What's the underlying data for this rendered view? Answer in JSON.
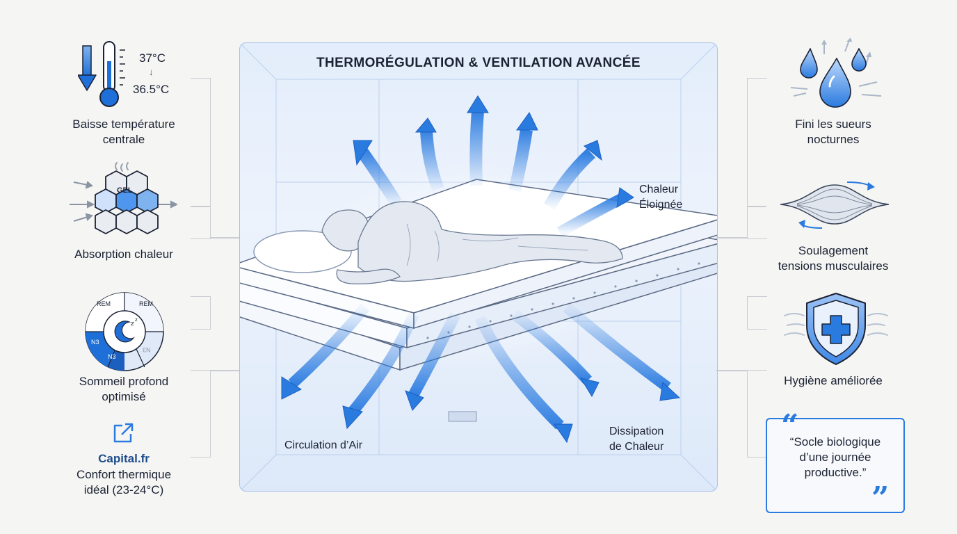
{
  "title": "THERMORÉGULATION & VENTILATION AVANCÉE",
  "left_items": [
    {
      "icon": "thermometer-icon",
      "temp_high": "37°C",
      "temp_low": "36.5°C",
      "lines": [
        "Baisse température",
        "centrale"
      ]
    },
    {
      "icon": "gel-honeycomb-icon",
      "icon_text": "GEL",
      "lines": [
        "Absorption chaleur"
      ]
    },
    {
      "icon": "sleep-cycle-icon",
      "phases": [
        "REM",
        "REM",
        "N3",
        "N3",
        "N3"
      ],
      "lines": [
        "Sommeil profond",
        "optimisé"
      ]
    },
    {
      "icon": "external-link-icon",
      "source": "Capital.fr",
      "lines": [
        "Confort thermique",
        "idéal (23-24°C)"
      ]
    }
  ],
  "right_items": [
    {
      "icon": "water-drops-icon",
      "lines": [
        "Fini les sueurs",
        "nocturnes"
      ]
    },
    {
      "icon": "muscle-icon",
      "lines": [
        "Soulagement",
        "tensions musculaires"
      ]
    },
    {
      "icon": "shield-cross-icon",
      "lines": [
        "Hygiène améliorée"
      ]
    }
  ],
  "diagram_labels": {
    "heat_away": [
      "Chaleur",
      "Éloignée"
    ],
    "air_circulation": "Circulation d’Air",
    "heat_dissipation": [
      "Dissipation",
      "de Chaleur"
    ]
  },
  "quote": [
    "“Socle biologique",
    "d’une journée",
    "productive.”"
  ],
  "colors": {
    "accent": "#2a7be0",
    "panel_border": "#a9c2e8",
    "background": "#f5f5f3"
  }
}
